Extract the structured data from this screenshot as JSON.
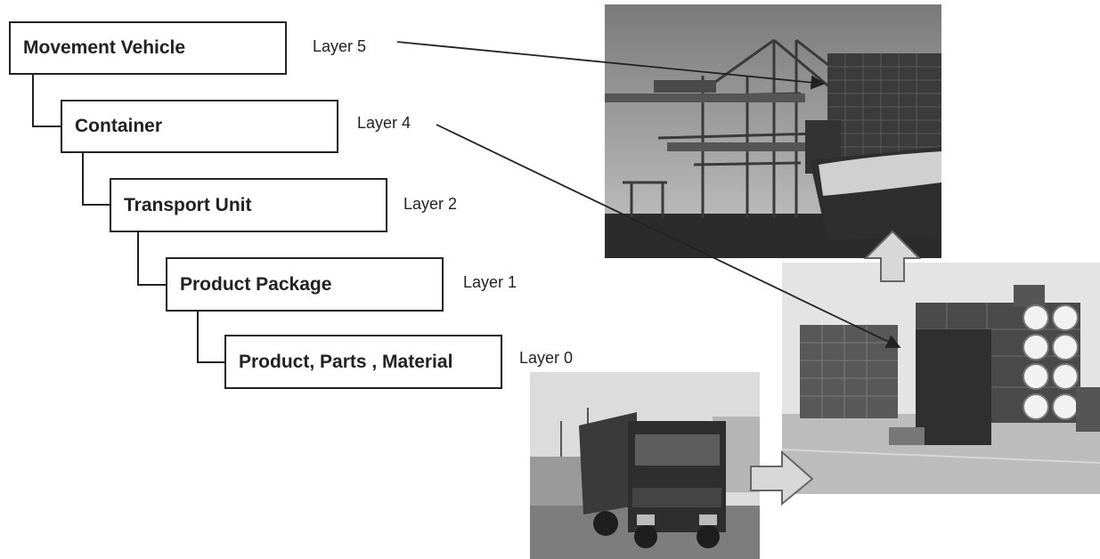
{
  "hierarchy": [
    {
      "box": "Movement Vehicle",
      "layer": "Layer 5"
    },
    {
      "box": "Container",
      "layer": "Layer 4"
    },
    {
      "box": "Transport Unit",
      "layer": "Layer 2"
    },
    {
      "box": "Product Package",
      "layer": "Layer 1"
    },
    {
      "box": "Product, Parts , Material",
      "layer": "Layer 0"
    }
  ],
  "photos": {
    "ship": "container ship at port with gantry cranes",
    "yard": "container yard with tank containers",
    "truck": "container truck on road"
  },
  "colors": {
    "line": "#222222",
    "block_arrow": "#d8d8d8"
  }
}
